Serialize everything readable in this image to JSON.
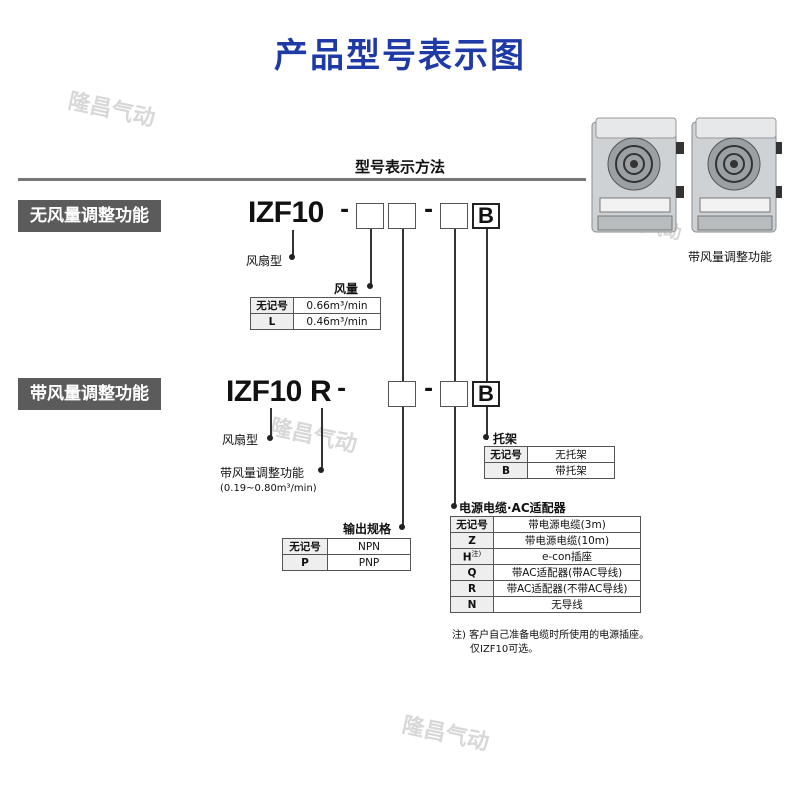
{
  "title": "产品型号表示图",
  "watermark": "隆昌气动",
  "method_label": "型号表示方法",
  "sections": {
    "no_adjust": "无风量调整功能",
    "with_adjust": "带风量调整功能"
  },
  "models": {
    "izf10": "IZF10",
    "izf10r_base": "IZF10",
    "izf10r_suffix": "R",
    "dash": "-",
    "bracket_code": "B"
  },
  "labels": {
    "fan_type_1": "风扇型",
    "fan_type_2": "风扇型",
    "airflow": "风量",
    "airflow_adjust": "带风量调整功能",
    "airflow_range": "(0.19~0.80m³/min)",
    "bracket": "托架",
    "power": "电源电缆·AC适配器",
    "output": "输出规格"
  },
  "tables": {
    "airflow": [
      {
        "code": "无记号",
        "desc": "0.66m³/min"
      },
      {
        "code": "L",
        "desc": "0.46m³/min"
      }
    ],
    "bracket": [
      {
        "code": "无记号",
        "desc": "无托架"
      },
      {
        "code": "B",
        "desc": "带托架"
      }
    ],
    "power": [
      {
        "code": "无记号",
        "desc": "带电源电缆(3m)"
      },
      {
        "code": "Z",
        "desc": "带电源电缆(10m)"
      },
      {
        "code": "H",
        "note": "注)",
        "desc": "e-con插座"
      },
      {
        "code": "Q",
        "desc": "带AC适配器(带AC导线)"
      },
      {
        "code": "R",
        "desc": "带AC适配器(不带AC导线)"
      },
      {
        "code": "N",
        "desc": "无导线"
      }
    ],
    "output": [
      {
        "code": "无记号",
        "desc": "NPN"
      },
      {
        "code": "P",
        "desc": "PNP"
      }
    ]
  },
  "footnote": {
    "line1": "注) 客户自己准备电缆时所使用的电源插座。",
    "line2": "仅IZF10可选。"
  },
  "product_caption": "带风量调整功能"
}
